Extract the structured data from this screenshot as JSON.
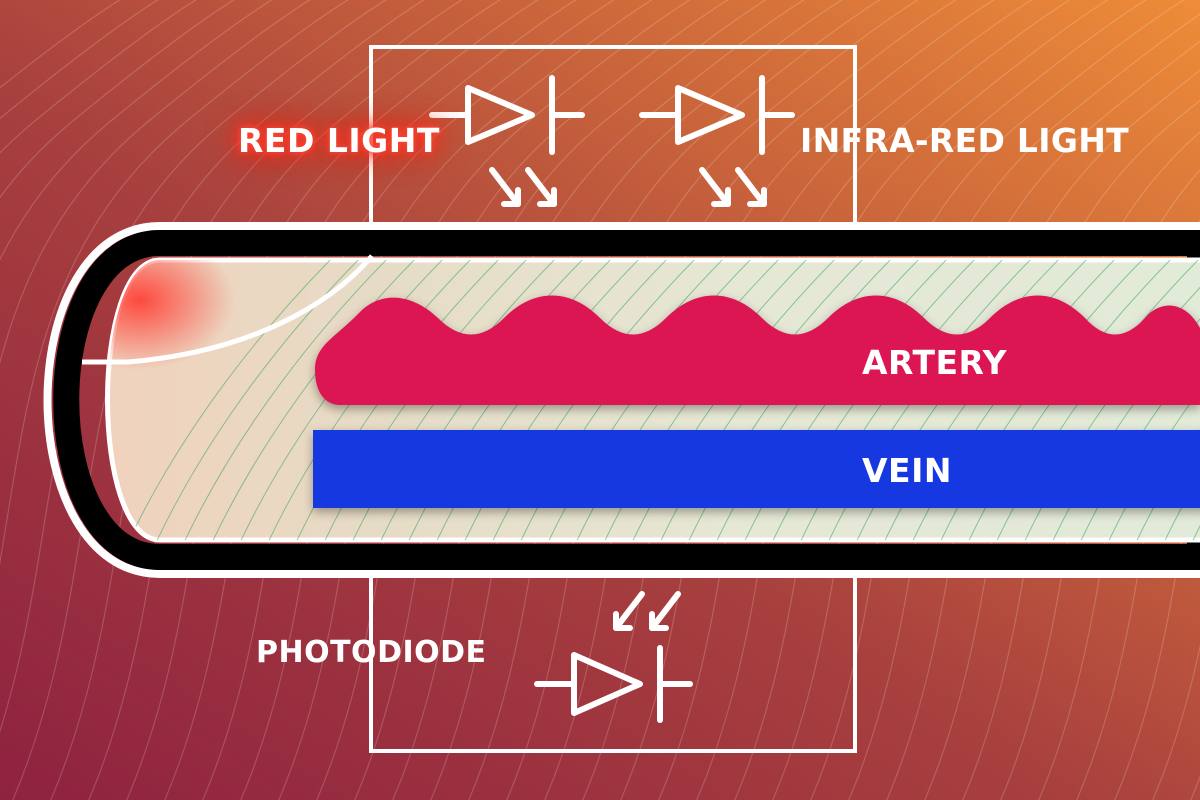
{
  "labels": {
    "red_light": "RED LIGHT",
    "infrared_light": "INFRA-RED LIGHT",
    "photodiode": "PHOTODIODE",
    "artery": "ARTERY",
    "vein": "VEIN"
  },
  "icons": {
    "red_led": "led-diode-icon",
    "infrared_led": "led-diode-icon",
    "photodiode": "photodiode-icon",
    "emission_arrows": "emission-arrows-icon",
    "incoming_arrows": "incoming-light-arrows-icon"
  },
  "colors": {
    "artery": "#dc1552",
    "vein": "#1538e0",
    "background_left": "#9b2545",
    "background_right": "#e8883a",
    "finger_tissue": "#e9e4cf",
    "red_glow": "#ff3b2a",
    "outline": "#ffffff",
    "finger_border": "#000000"
  }
}
